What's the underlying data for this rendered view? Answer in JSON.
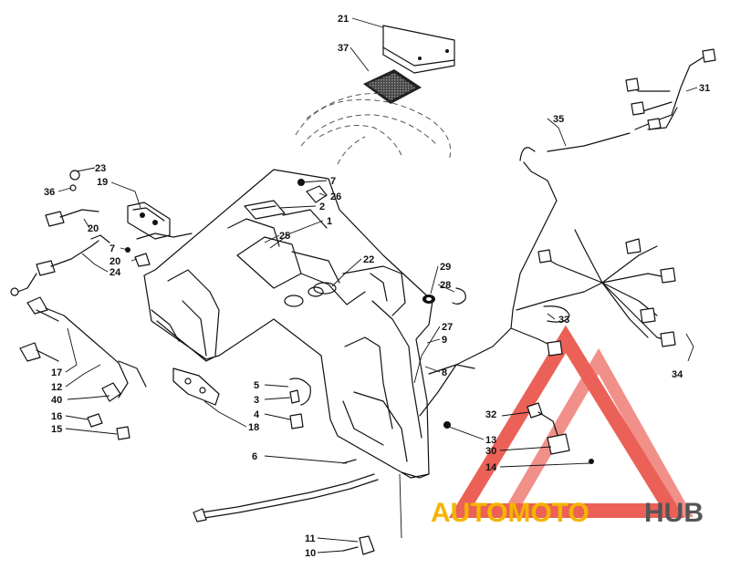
{
  "diagram": {
    "parts": [
      {
        "id": "p21",
        "label": "21"
      },
      {
        "id": "p37",
        "label": "37"
      },
      {
        "id": "p7a",
        "label": "7"
      },
      {
        "id": "p26",
        "label": "26"
      },
      {
        "id": "p2",
        "label": "2"
      },
      {
        "id": "p1",
        "label": "1"
      },
      {
        "id": "p23",
        "label": "23"
      },
      {
        "id": "p36",
        "label": "36"
      },
      {
        "id": "p19",
        "label": "19"
      },
      {
        "id": "p20a",
        "label": "20"
      },
      {
        "id": "p7b",
        "label": "7"
      },
      {
        "id": "p20b",
        "label": "20"
      },
      {
        "id": "p24",
        "label": "24"
      },
      {
        "id": "p25",
        "label": "25"
      },
      {
        "id": "p22",
        "label": "22"
      },
      {
        "id": "p29",
        "label": "29"
      },
      {
        "id": "p28",
        "label": "28"
      },
      {
        "id": "p27",
        "label": "27"
      },
      {
        "id": "p9",
        "label": "9"
      },
      {
        "id": "p8",
        "label": "8"
      },
      {
        "id": "p35",
        "label": "35"
      },
      {
        "id": "p31",
        "label": "31"
      },
      {
        "id": "p33",
        "label": "33"
      },
      {
        "id": "p34",
        "label": "34"
      },
      {
        "id": "p17",
        "label": "17"
      },
      {
        "id": "p12",
        "label": "12"
      },
      {
        "id": "p40",
        "label": "40"
      },
      {
        "id": "p16",
        "label": "16"
      },
      {
        "id": "p15",
        "label": "15"
      },
      {
        "id": "p5",
        "label": "5"
      },
      {
        "id": "p3",
        "label": "3"
      },
      {
        "id": "p4",
        "label": "4"
      },
      {
        "id": "p18",
        "label": "18"
      },
      {
        "id": "p6",
        "label": "6"
      },
      {
        "id": "p13",
        "label": "13"
      },
      {
        "id": "p32",
        "label": "32"
      },
      {
        "id": "p30",
        "label": "30"
      },
      {
        "id": "p14",
        "label": "14"
      },
      {
        "id": "p11",
        "label": "11"
      },
      {
        "id": "p10",
        "label": "10"
      }
    ]
  },
  "watermark": {
    "text_part1": "AUTOMOTO",
    "text_part2": "HUB",
    "color_primary": "#e8463a",
    "color_secondary": "#f4b400",
    "color_dark": "#555555"
  }
}
